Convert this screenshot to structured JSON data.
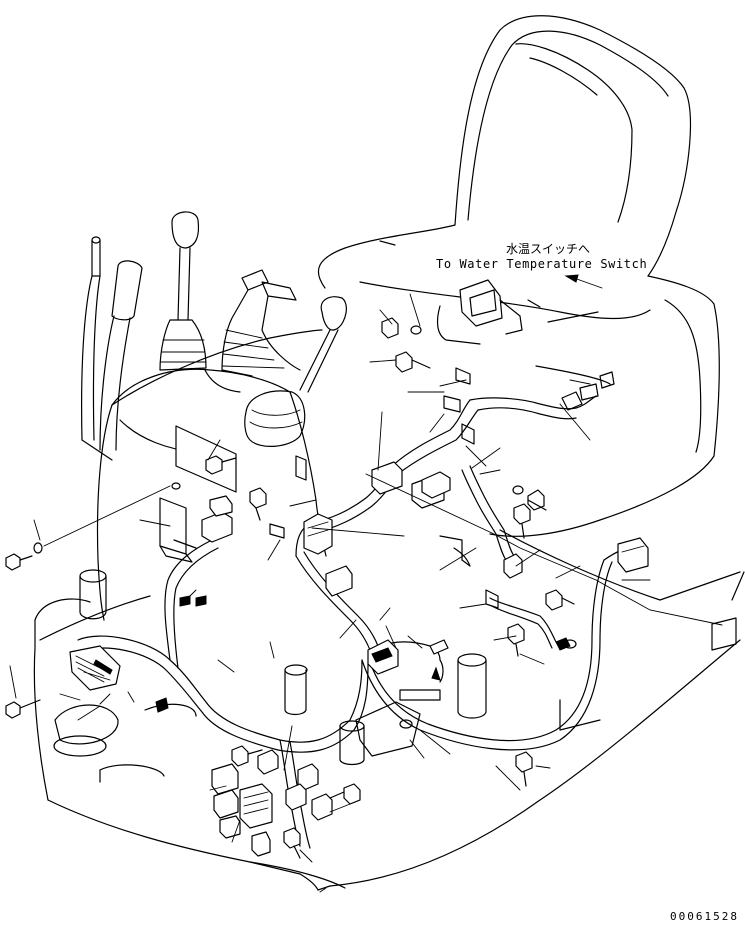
{
  "callout": {
    "japanese": "水温スイッチへ",
    "english": "To Water Temperature Switch"
  },
  "drawing_number": "00061528"
}
